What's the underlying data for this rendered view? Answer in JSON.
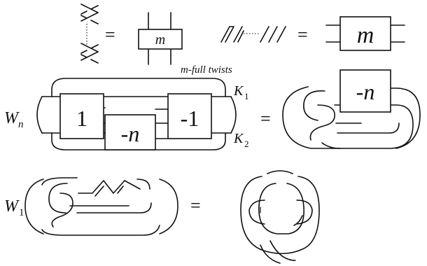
{
  "equals_sign": "=",
  "twist_block": {
    "box_label_small": "m",
    "box_label_large": "m",
    "caption": "m-full twists"
  },
  "whitehead_family": {
    "link_name": "W",
    "link_subscript": "n",
    "box_left": "1",
    "box_middle": "-n",
    "box_right": "-1",
    "component_one": "K",
    "component_one_subscript": "1",
    "component_two": "K",
    "component_two_subscript": "2",
    "result_box": "-n"
  },
  "whitehead_one": {
    "link_name": "W",
    "link_subscript": "1"
  }
}
